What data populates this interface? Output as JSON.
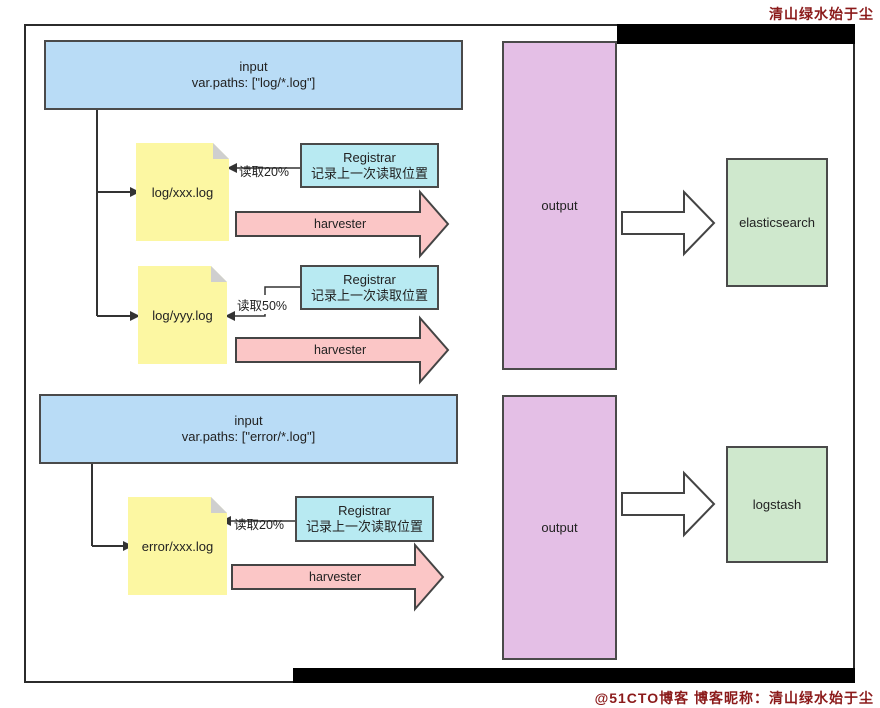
{
  "watermark_top": "清山绿水始于尘",
  "watermark_bottom": "@51CTO博客 博客昵称：清山绿水始于尘",
  "colors": {
    "input": "#b9dcf6",
    "registrar": "#b8eaf2",
    "file": "#fcf7a2",
    "harvester": "#fbc6c6",
    "output": "#e4bfe6",
    "destination": "#cfe8cd",
    "watermark": "#8b1a1a"
  },
  "group1": {
    "input": {
      "title": "input",
      "paths": "var.paths: [\"log/*.log\"]"
    },
    "files": [
      {
        "name": "log/xxx.log",
        "read": "读取20%",
        "registrar": {
          "title": "Registrar",
          "desc": "记录上一次读取位置"
        },
        "harvester": "harvester"
      },
      {
        "name": "log/yyy.log",
        "read": "读取50%",
        "registrar": {
          "title": "Registrar",
          "desc": "记录上一次读取位置"
        },
        "harvester": "harvester"
      }
    ],
    "output": "output",
    "destination": "elasticsearch"
  },
  "group2": {
    "input": {
      "title": "input",
      "paths": "var.paths: [\"error/*.log\"]"
    },
    "files": [
      {
        "name": "error/xxx.log",
        "read": "读取20%",
        "registrar": {
          "title": "Registrar",
          "desc": "记录上一次读取位置"
        },
        "harvester": "harvester"
      }
    ],
    "output": "output",
    "destination": "logstash"
  }
}
